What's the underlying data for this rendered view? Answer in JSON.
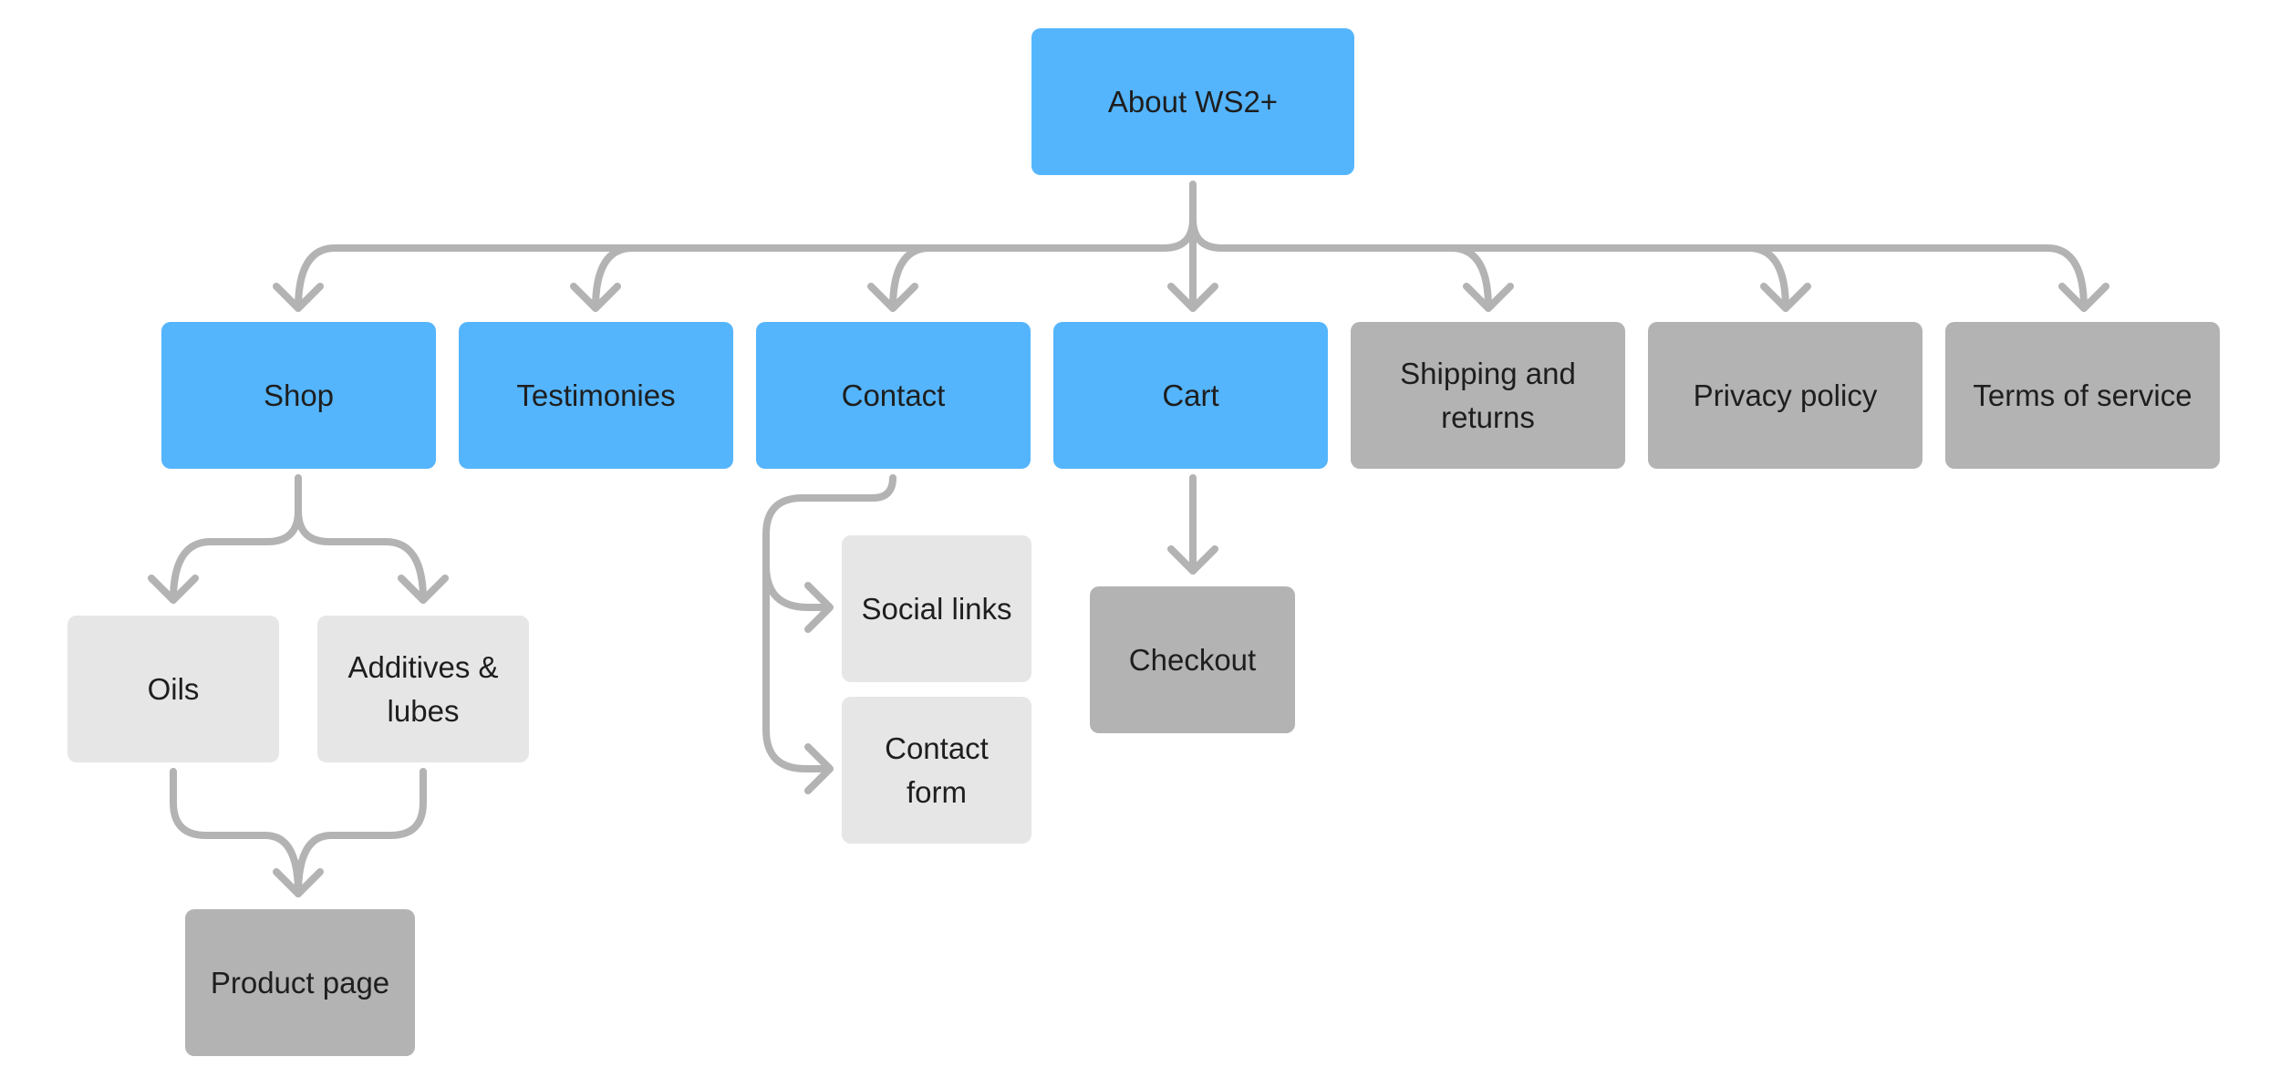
{
  "colors": {
    "primary_page": "#54b5fd",
    "secondary_page": "#b3b3b3",
    "sub_section": "#e6e6e6",
    "connector": "#b3b3b3",
    "text": "#1e1e1e"
  },
  "nodes": {
    "about": "About WS2+",
    "shop": "Shop",
    "testimonies": "Testimonies",
    "contact": "Contact",
    "cart": "Cart",
    "shipping": "Shipping and returns",
    "privacy": "Privacy policy",
    "terms": "Terms of service",
    "oils": "Oils",
    "additives": "Additives & lubes",
    "product_page": "Product page",
    "social_links": "Social links",
    "contact_form": "Contact form",
    "checkout": "Checkout"
  },
  "edges": [
    {
      "from": "about",
      "to": "shop"
    },
    {
      "from": "about",
      "to": "testimonies"
    },
    {
      "from": "about",
      "to": "contact"
    },
    {
      "from": "about",
      "to": "cart"
    },
    {
      "from": "about",
      "to": "shipping"
    },
    {
      "from": "about",
      "to": "privacy"
    },
    {
      "from": "about",
      "to": "terms"
    },
    {
      "from": "shop",
      "to": "oils"
    },
    {
      "from": "shop",
      "to": "additives"
    },
    {
      "from": "oils",
      "to": "product_page"
    },
    {
      "from": "additives",
      "to": "product_page"
    },
    {
      "from": "contact",
      "to": "social_links"
    },
    {
      "from": "contact",
      "to": "contact_form"
    },
    {
      "from": "cart",
      "to": "checkout"
    }
  ]
}
